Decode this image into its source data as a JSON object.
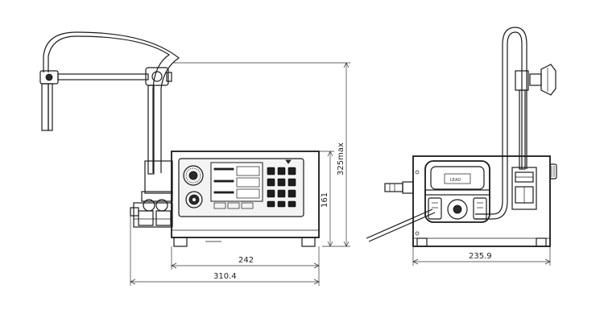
{
  "front_view": {
    "dimensions": {
      "height_max": "325max",
      "body_height": "161",
      "body_width": "242",
      "total_width": "310.4"
    }
  },
  "side_view": {
    "dimensions": {
      "depth": "235.9"
    },
    "pump_label": "LEAD"
  }
}
